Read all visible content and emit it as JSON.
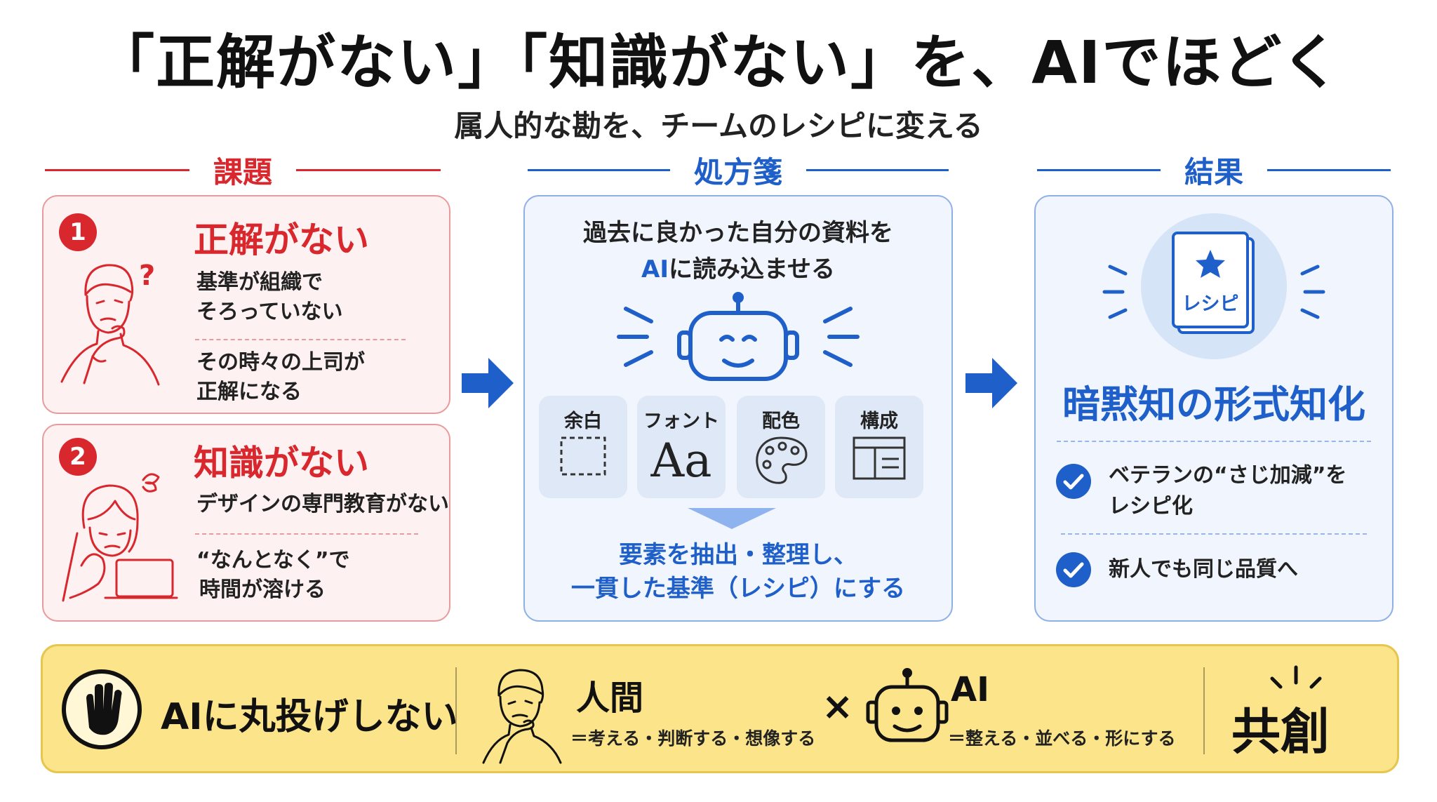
{
  "header": {
    "title": "「正解がない」「知識がない」を、AIでほどく",
    "subtitle": "属人的な勘を、チームのレシピに変える"
  },
  "sections": {
    "problem_label": "課題",
    "prescription_label": "処方箋",
    "result_label": "結果"
  },
  "problems": [
    {
      "number": "1",
      "title": "正解がない",
      "point1_line1": "基準が組織で",
      "point1_line2": "そろっていない",
      "point2_line1": "その時々の上司が",
      "point2_line2": "正解になる",
      "icon": "confused-man-icon"
    },
    {
      "number": "2",
      "title": "知識がない",
      "point1_line1": "デザインの専門教育がない",
      "point2_line1": "“なんとなく”で",
      "point2_line2": "時間が溶ける",
      "icon": "worried-woman-laptop-icon"
    }
  ],
  "prescription": {
    "line1": "過去に良かった自分の資料を",
    "line2_ai": "AI",
    "line2_rest": "に読み込ませる",
    "elements": [
      {
        "label": "余白",
        "icon": "dashed-square-icon"
      },
      {
        "label": "フォント",
        "icon": "font-aa-icon",
        "glyph": "Aa"
      },
      {
        "label": "配色",
        "icon": "palette-icon"
      },
      {
        "label": "構成",
        "icon": "layout-icon"
      }
    ],
    "result_line1": "要素を抽出・整理し、",
    "result_line2": "一貫した基準（レシピ）にする"
  },
  "result": {
    "book_label": "レシピ",
    "title": "暗黙知の形式知化",
    "item1_line1": "ベテランの“さじ加減”を",
    "item1_line2": "レシピ化",
    "item2_line1": "新人でも同じ品質へ"
  },
  "banner": {
    "no_delegate": "AIに丸投げしない",
    "human_title": "人間",
    "human_desc": "＝考える・判断する・想像する",
    "times": "×",
    "ai_title": "AI",
    "ai_desc": "＝整える・並べる・形にする",
    "cocreation": "共創"
  },
  "colors": {
    "red": "#d9272e",
    "blue": "#1f5fc9",
    "banner_yellow": "#fbe48a"
  }
}
